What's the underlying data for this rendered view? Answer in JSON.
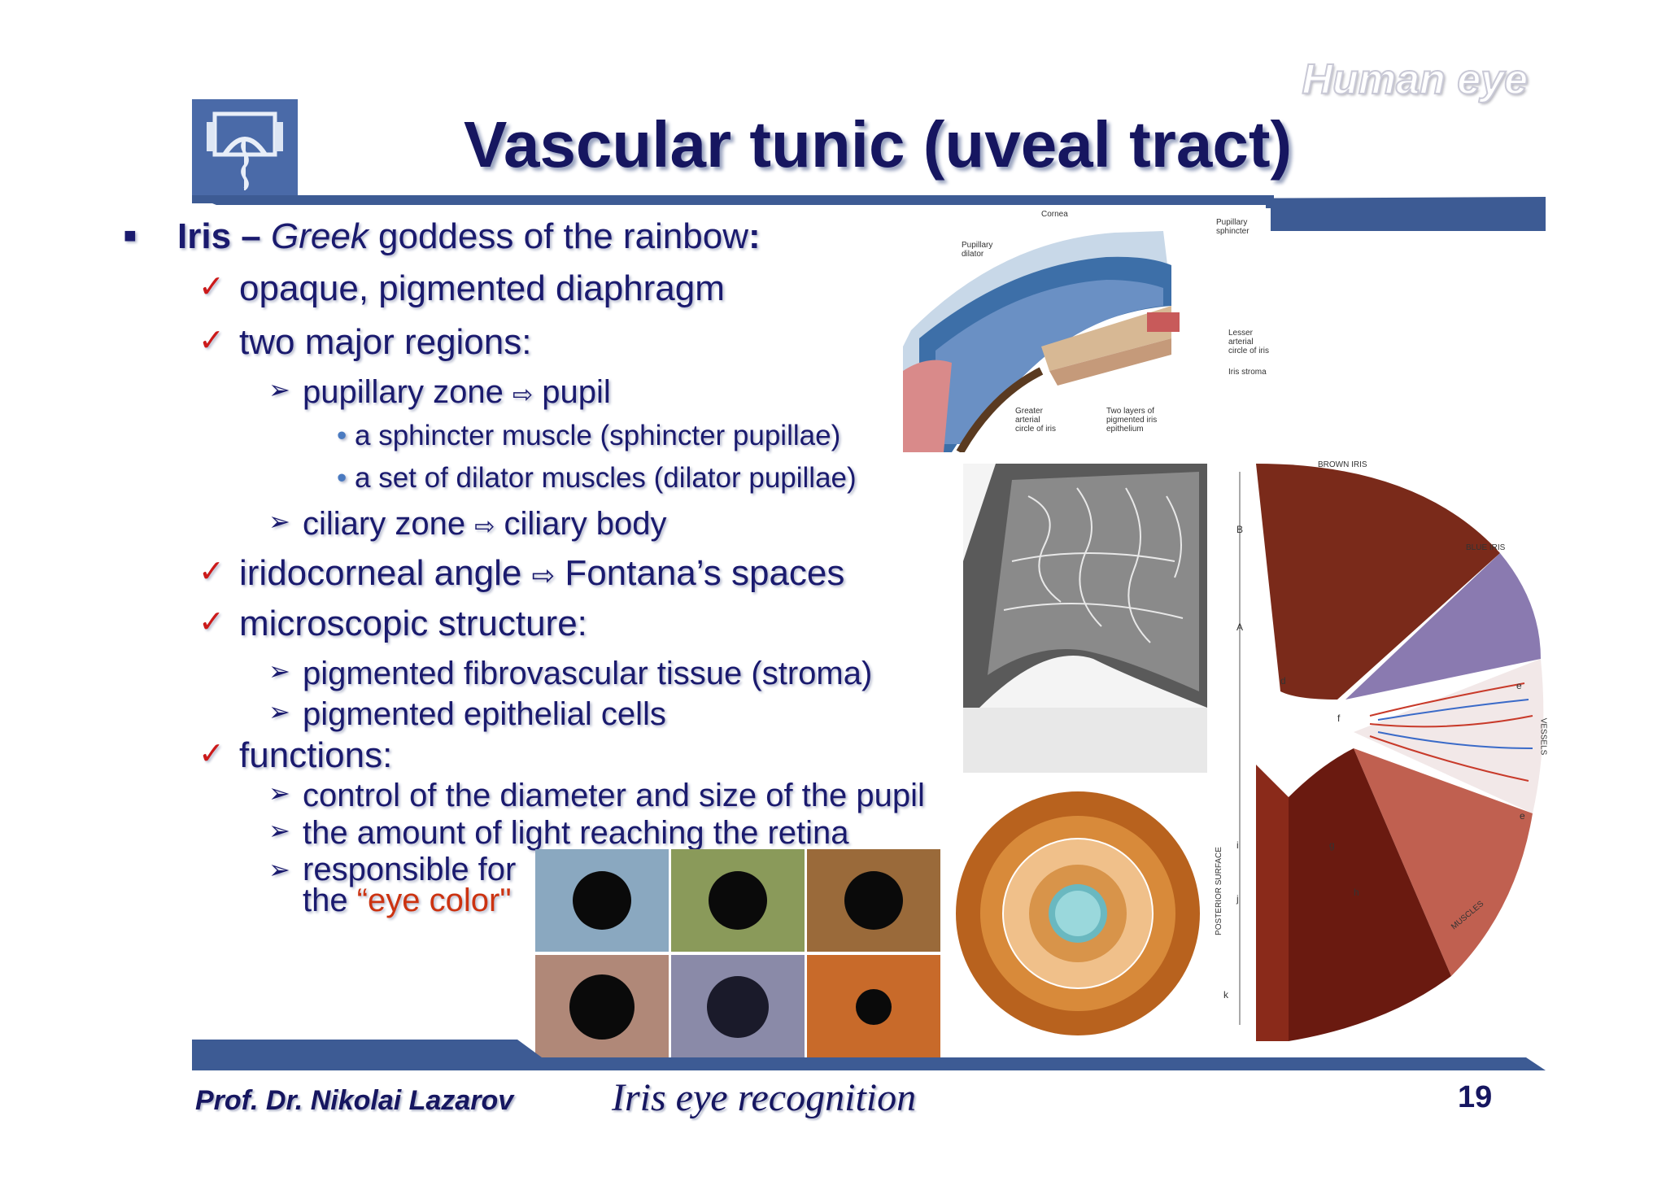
{
  "header": {
    "corner_title": "Human eye",
    "title": "Vascular tunic (uveal tract)"
  },
  "body": {
    "l0": {
      "bold": "Iris – ",
      "italic": "Greek",
      "rest": " goddess of the rainbow",
      "colon": ":"
    },
    "c1": "opaque, pigmented diaphragm",
    "c2": "two major regions:",
    "c2_a_left": "pupillary zone",
    "c2_a_arrow": "⇨",
    "c2_a_right": "pupil",
    "c2_a_b1": "a sphincter muscle (sphincter pupillae)",
    "c2_a_b2": "a set of dilator muscles (dilator pupillae)",
    "c2_b_left": "ciliary zone",
    "c2_b_arrow": "⇨",
    "c2_b_right": "ciliary body",
    "c3_left": "iridocorneal angle",
    "c3_arrow": "⇨",
    "c3_right": "Fontana’s spaces",
    "c4": "microscopic structure:",
    "c4_a": "pigmented fibrovascular tissue (stroma)",
    "c4_b": "pigmented epithelial cells",
    "c5": "functions:",
    "c5_a": "control of the diameter and size of the pupil",
    "c5_b": "the amount of light reaching the retina",
    "c5_c_line1": "responsible for",
    "c5_c_line2_prefix": "the ",
    "c5_c_line2_red": "“eye color\""
  },
  "figure_labels": {
    "cornea": "Cornea",
    "pupillary_sphincter": "Pupillary sphincter",
    "pupillary_dilator": "Pupillary dilator",
    "lesser_arterial": "Lesser arterial circle of iris",
    "iris_stroma": "Iris stroma",
    "greater_arterial": "Greater arterial circle of iris",
    "two_layers": "Two layers of pigmented iris epithelium",
    "brown_iris": "BROWN IRIS",
    "blue_iris": "BLUE IRIS",
    "vessels": "VESSELS",
    "muscles": "MUSCLES",
    "posterior_surface": "POSTERIOR SURFACE",
    "letters": [
      "B",
      "A",
      "d",
      "f",
      "e",
      "e",
      "i",
      "g",
      "j",
      "h",
      "k"
    ]
  },
  "footer": {
    "author": "Prof. Dr. Nikolai Lazarov",
    "subject": "Iris eye recognition",
    "page": "19"
  },
  "colors": {
    "title": "#161660",
    "bar": "#3d5b94",
    "check": "#cc1a1a",
    "highlight": "#cc3311"
  }
}
